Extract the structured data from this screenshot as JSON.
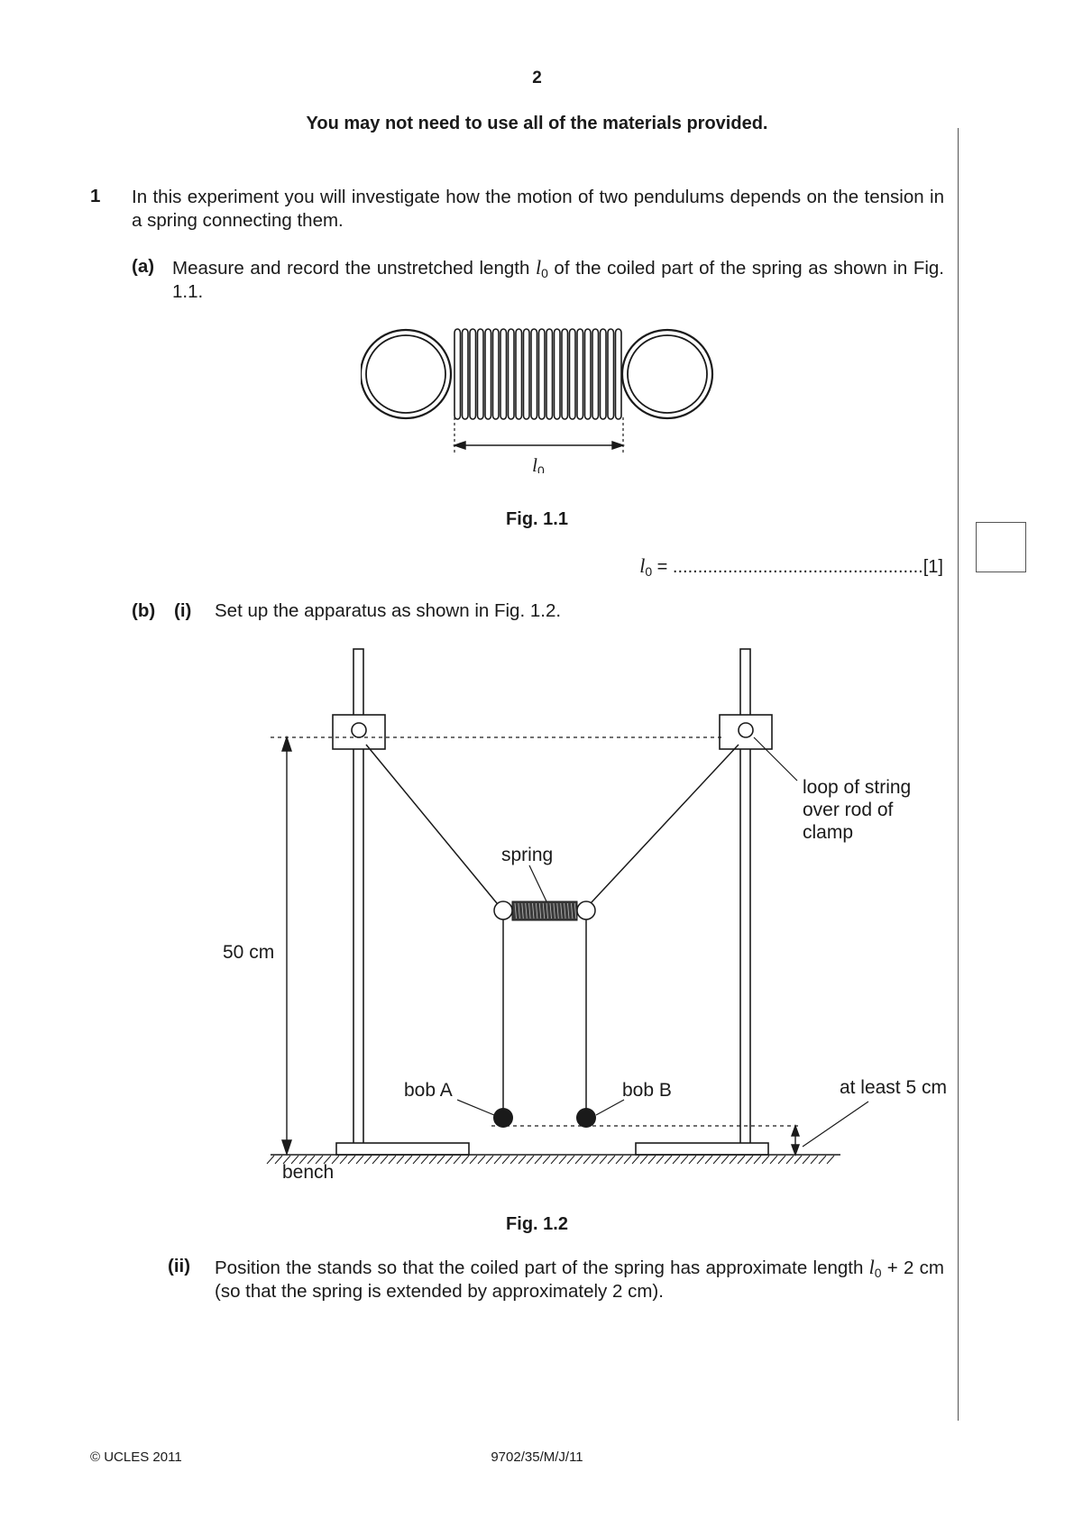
{
  "header": {
    "page_number": "2",
    "instruction": "You may not need to use all of the materials provided."
  },
  "question": {
    "number": "1",
    "intro": "In this experiment you will investigate how the motion of two pendulums depends on the tension in a spring connecting them."
  },
  "part_a": {
    "label": "(a)",
    "text_before": "Measure and record the unstretched length ",
    "symbol": "l",
    "symbol_sub": "0",
    "text_after": " of the coiled part of the spring as shown in Fig. 1.1."
  },
  "figure_1_1": {
    "caption": "Fig. 1.1",
    "dimension_symbol": "l",
    "dimension_sub": "0"
  },
  "answer_line": {
    "symbol": "l",
    "symbol_sub": "0",
    "equals": " = ",
    "dots": "..................................................",
    "marks": "[1]"
  },
  "part_b": {
    "label": "(b)",
    "sub_i_label": "(i)",
    "sub_i_text": "Set up the apparatus as shown in Fig. 1.2.",
    "sub_ii_label": "(ii)",
    "sub_ii_text_1": "Position the stands so that the coiled part of the spring has approximate length ",
    "sub_ii_symbol": "l",
    "sub_ii_symbol_sub": "0",
    "sub_ii_text_2": " + 2 cm (so that the spring is extended by approximately 2 cm)."
  },
  "figure_1_2": {
    "caption": "Fig. 1.2",
    "label_loop_line1": "loop of string",
    "label_loop_line2": "over rod of",
    "label_loop_line3": "clamp",
    "label_spring": "spring",
    "label_height": "50 cm",
    "label_bob_a": "bob A",
    "label_bob_b": "bob B",
    "label_clearance": "at least 5 cm",
    "label_bench": "bench"
  },
  "footer": {
    "copyright": "© UCLES 2011",
    "code": "9702/35/M/J/11"
  }
}
